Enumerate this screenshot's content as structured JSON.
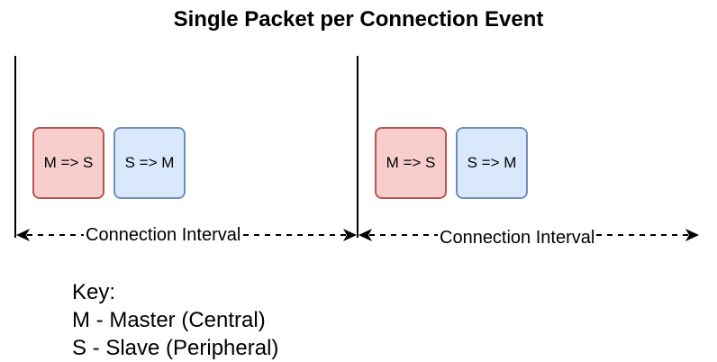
{
  "title": "Single Packet per Connection Event",
  "events": [
    {
      "master_to_slave": "M => S",
      "slave_to_master": "S => M"
    },
    {
      "master_to_slave": "M => S",
      "slave_to_master": "S => M"
    }
  ],
  "interval_label": "Connection Interval",
  "key": {
    "heading": "Key:",
    "entries": [
      "M - Master (Central)",
      "S - Slave (Peripheral)"
    ]
  },
  "colors": {
    "master_fill": "#f8cecc",
    "master_stroke": "#b85450",
    "slave_fill": "#dae8fc",
    "slave_stroke": "#6c8ebf"
  }
}
